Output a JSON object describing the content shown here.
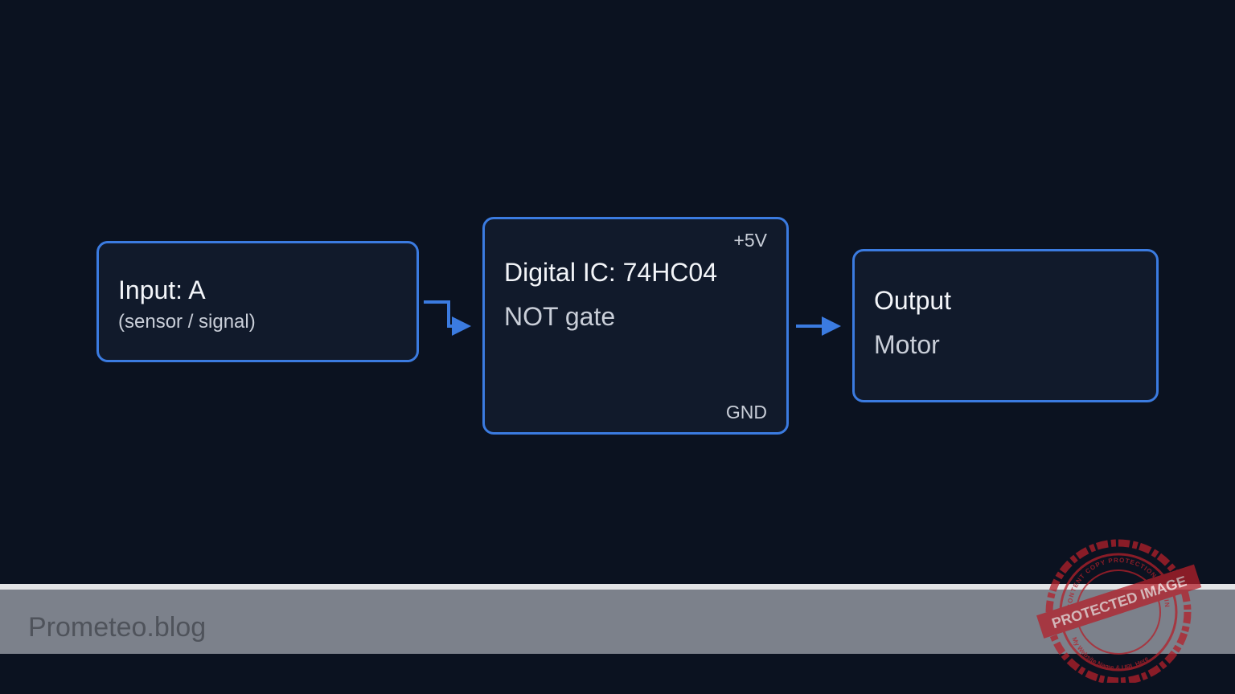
{
  "diagram": {
    "input_block": {
      "title": "Input: A",
      "subtitle": "(sensor / signal)"
    },
    "ic_block": {
      "title": "Digital IC: 74HC04",
      "subtitle": "NOT gate",
      "pin_top": "+5V",
      "pin_bottom": "GND"
    },
    "output_block": {
      "title": "Output",
      "subtitle": "Motor"
    },
    "colors": {
      "background": "#0b1220",
      "block_fill": "#111a2b",
      "accent": "#3b7be0"
    }
  },
  "footer": {
    "brand": "Prometeo.blog"
  },
  "watermark": {
    "main": "PROTECTED IMAGE",
    "ring_top": "CONTENT COPY PROTECTION PLUGIN",
    "ring_bottom": "My Website Name & URL Here",
    "color": "#b3202a"
  }
}
